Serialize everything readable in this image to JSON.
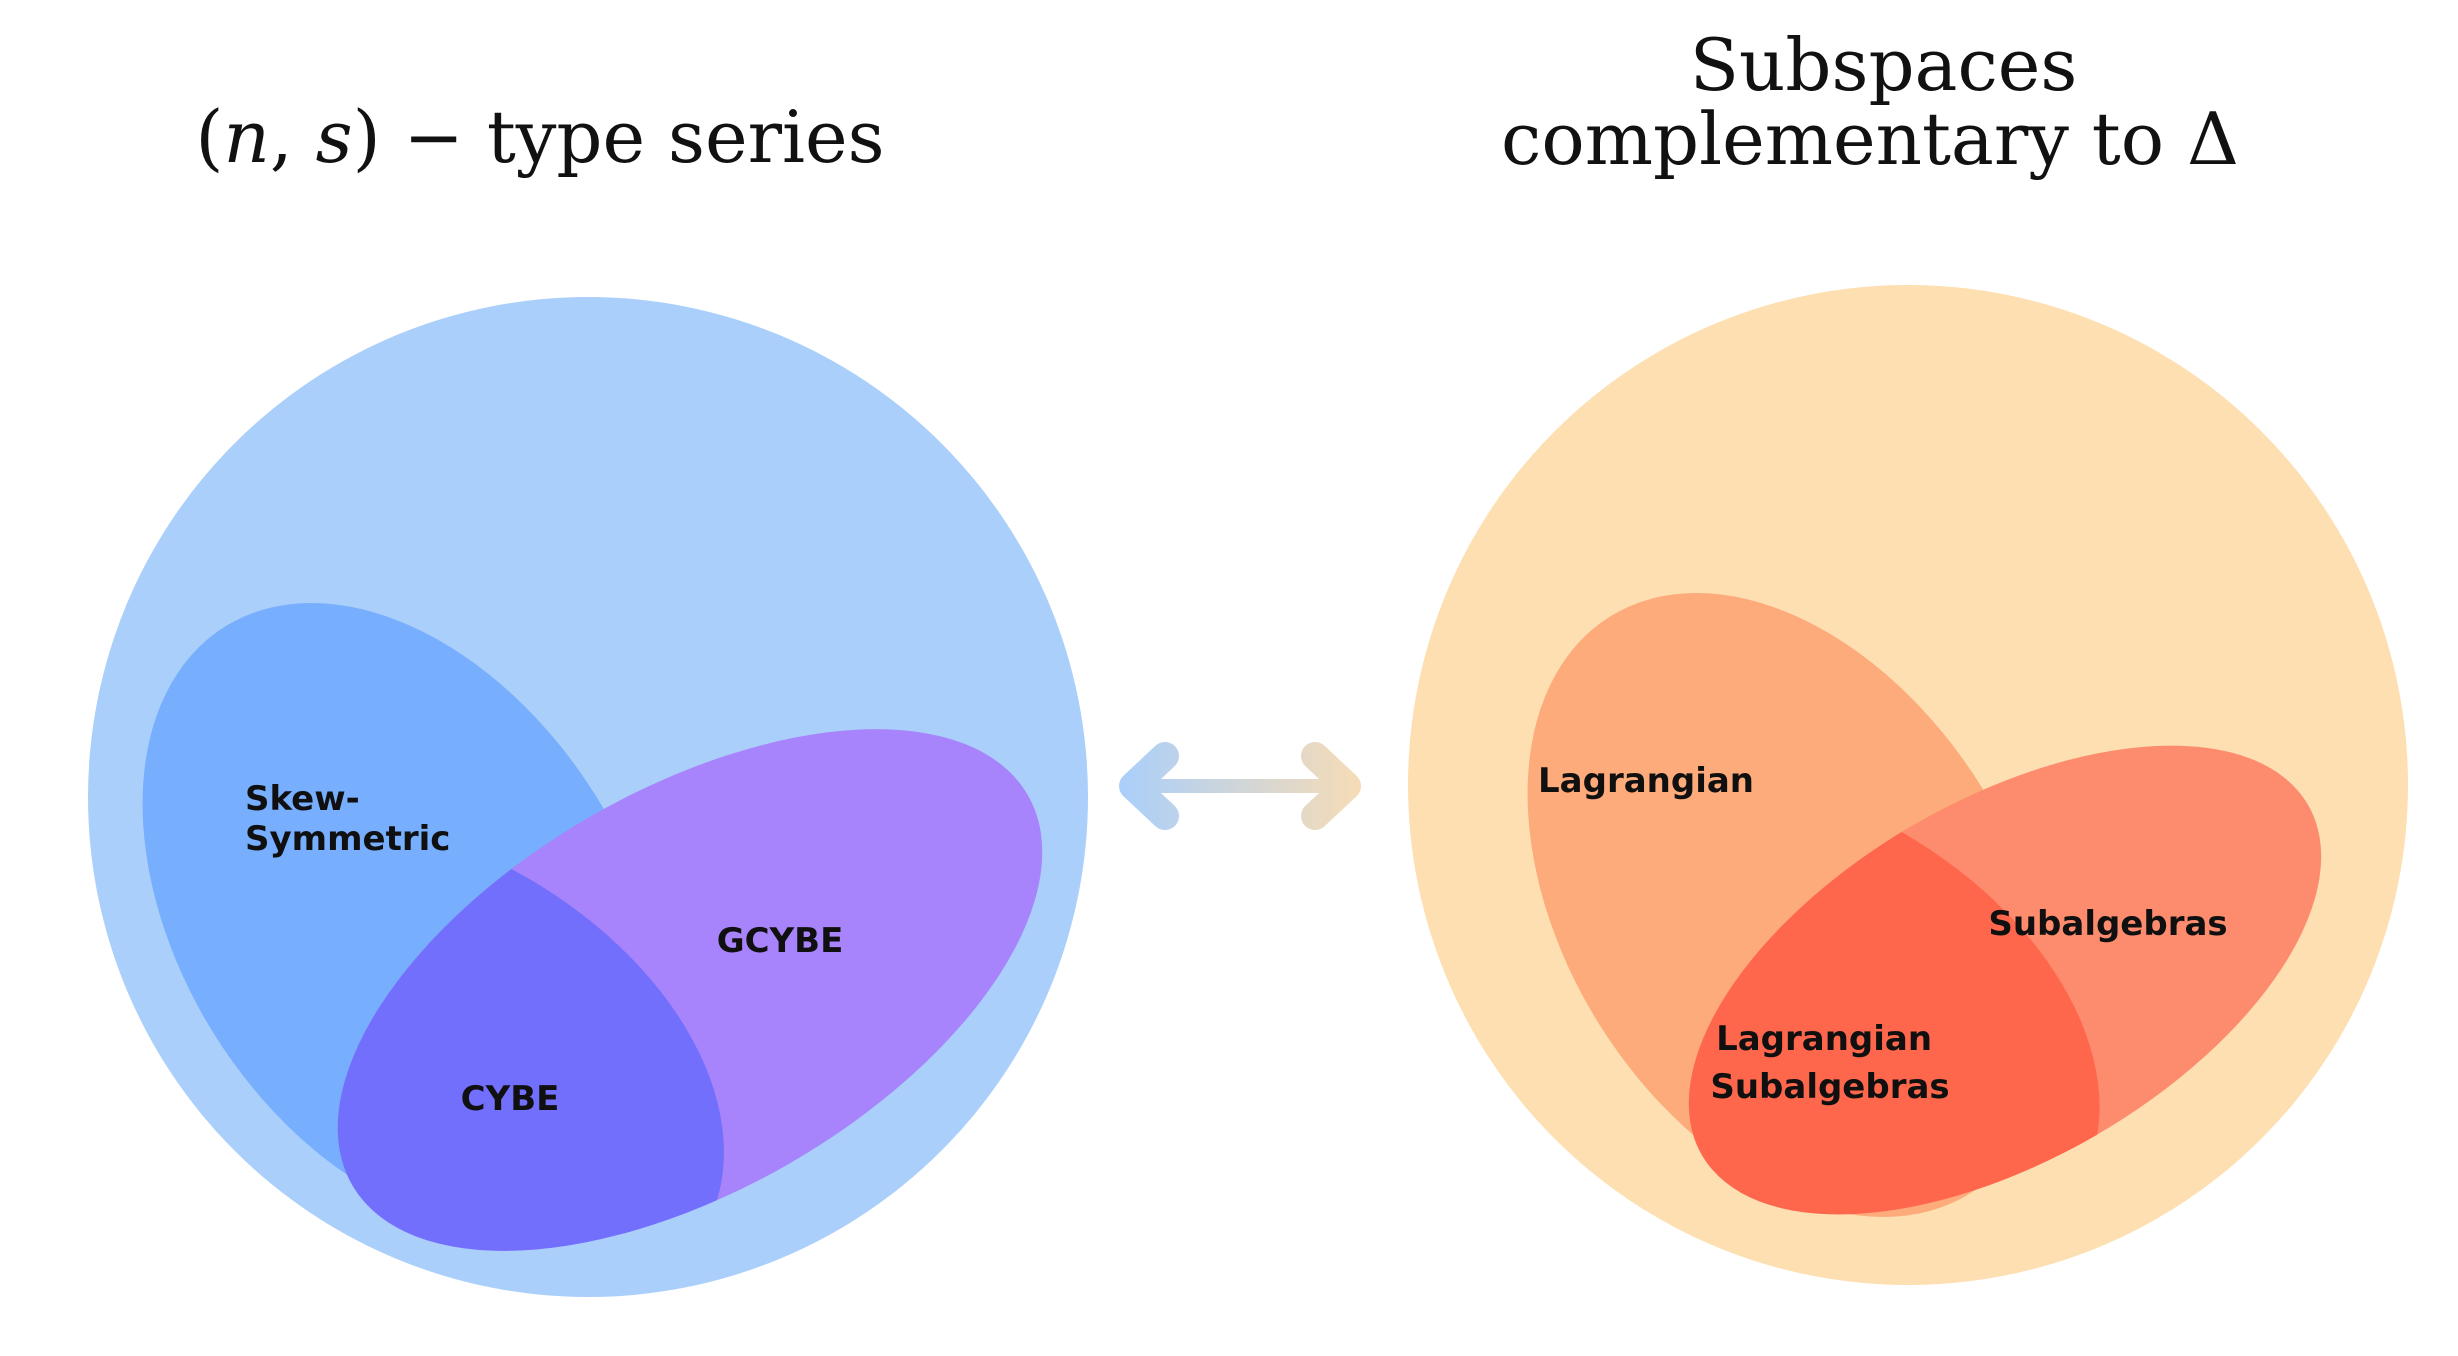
{
  "left_diagram": {
    "title": {
      "open_paren": "(",
      "var_n": "n",
      "comma": ", ",
      "var_s": "s",
      "close_paren": ")",
      "rest": " − type series"
    },
    "labels": {
      "skew_symmetric_line1": "Skew-",
      "skew_symmetric_line2": "Symmetric",
      "gcybe": "GCYBE",
      "cybe": "CYBE"
    },
    "colors": {
      "outer_circle": "#aacffb",
      "skew_ellipse": "#77aefd",
      "gcybe_ellipse": "#a784fb",
      "cybe_overlap": "#736ffd"
    }
  },
  "right_diagram": {
    "title": {
      "line1": "Subspaces",
      "line2_text": "complementary to ",
      "line2_symbol": "Δ"
    },
    "labels": {
      "lagrangian": "Lagrangian",
      "subalgebras": "Subalgebras",
      "lagrangian_subalgebras_line1": "Lagrangian",
      "lagrangian_subalgebras_line2": "Subalgebras"
    },
    "colors": {
      "outer_circle": "#fddfb1",
      "lagrangian_ellipse": "#fdab7b",
      "subalgebras_ellipse": "#fd8c6e",
      "overlap": "#fe674c"
    }
  },
  "connector": {
    "left_color": "#aacffb",
    "right_color": "#f6dcb6"
  }
}
